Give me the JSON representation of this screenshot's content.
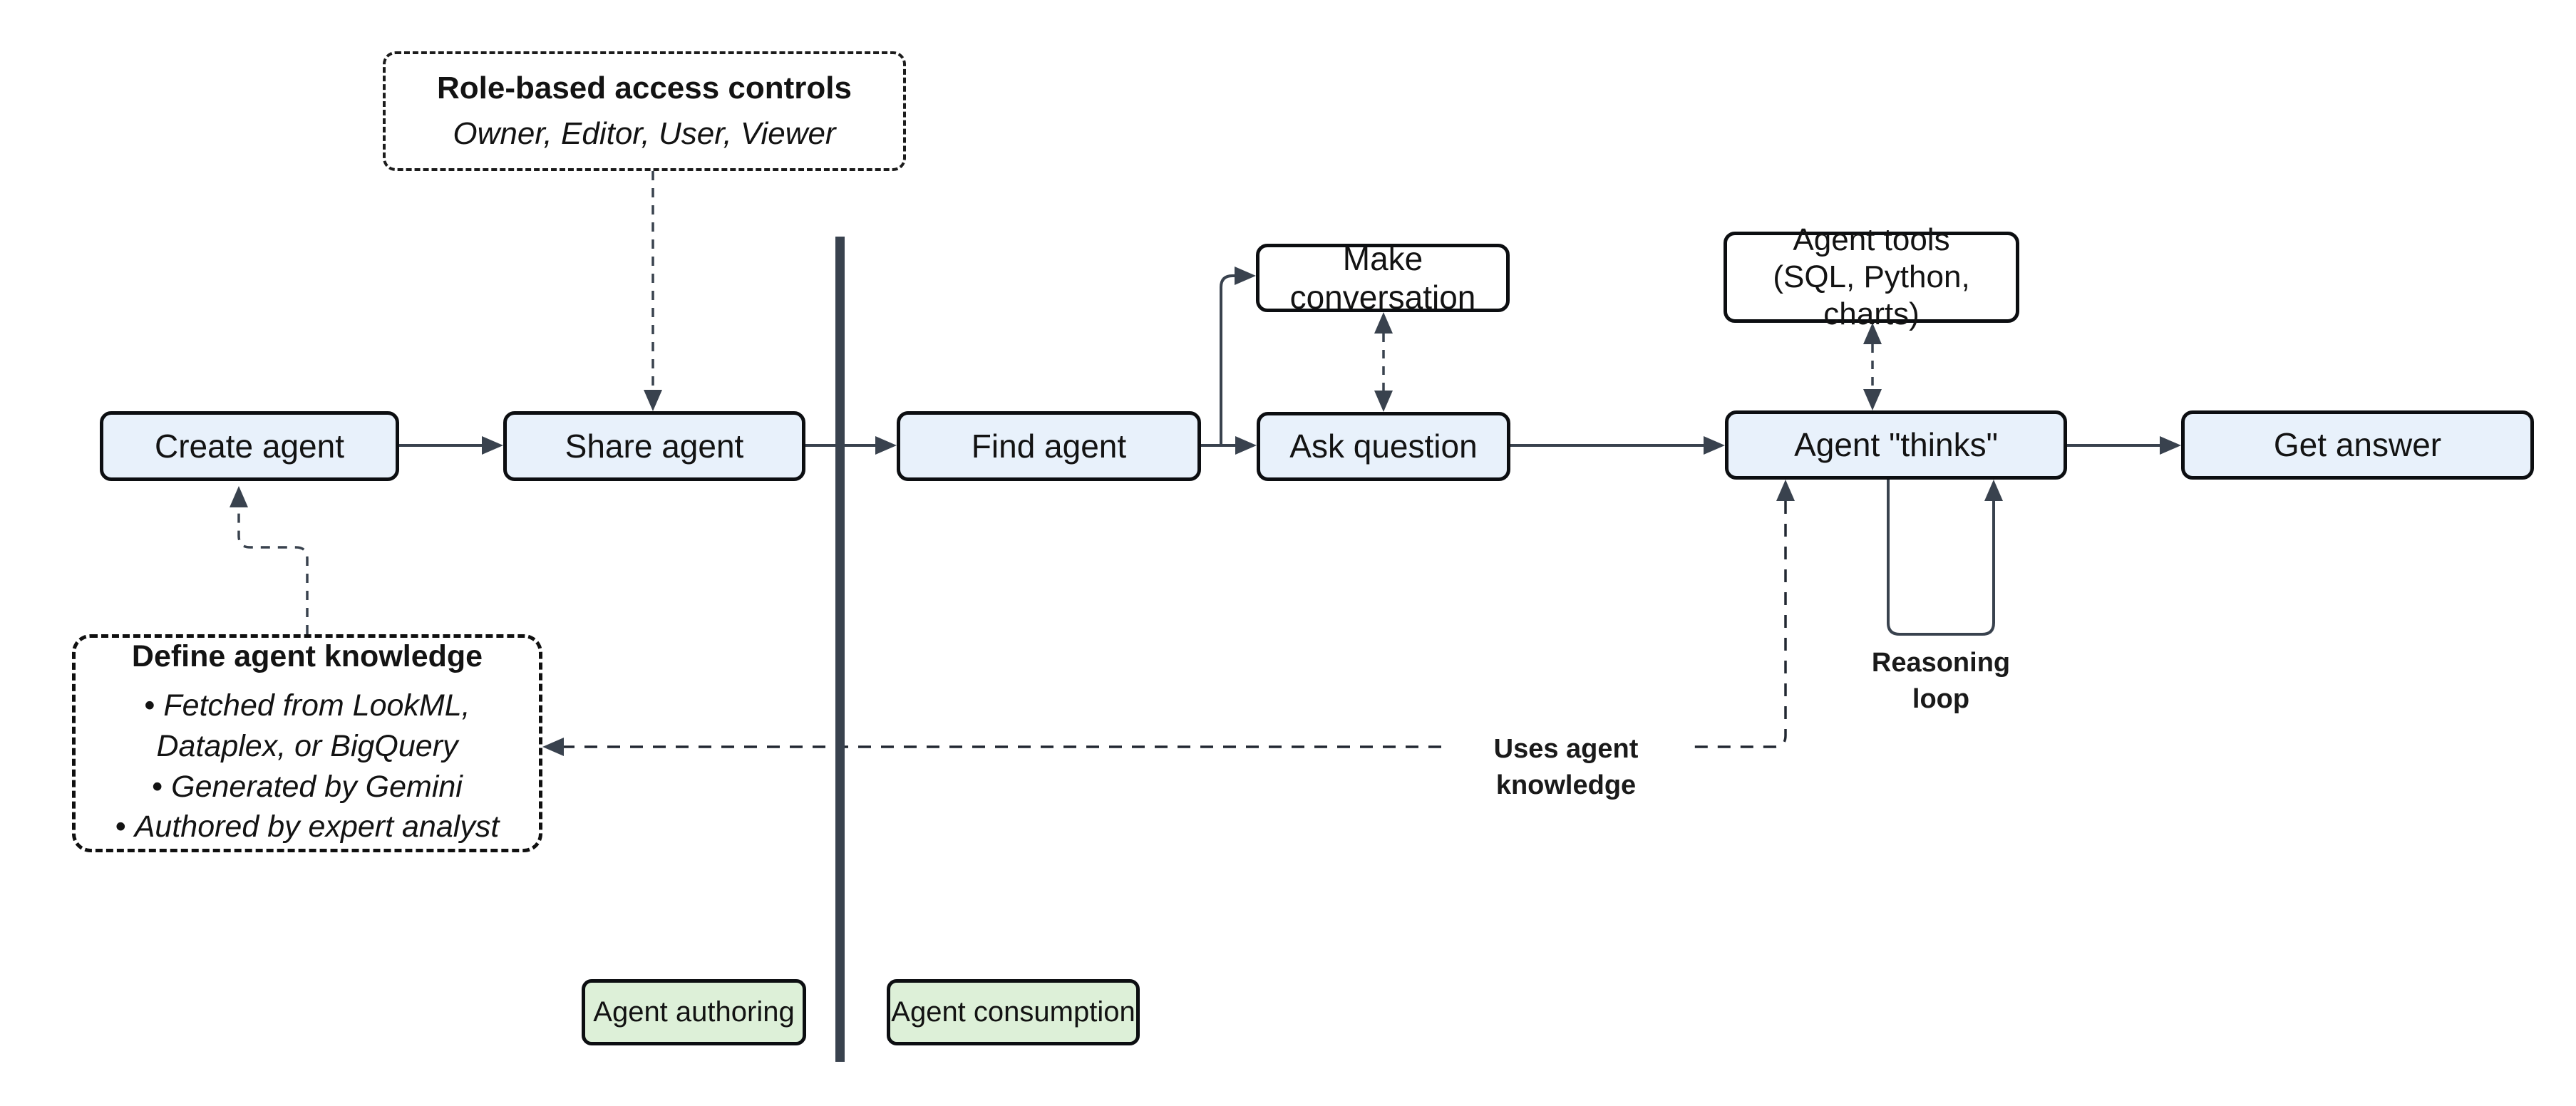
{
  "colors": {
    "node_fill_blue": "#e8f1fb",
    "node_fill_white": "#ffffff",
    "badge_fill_green": "#ddf0d8",
    "connector": "#39424e",
    "border": "#0c0e11"
  },
  "flow": {
    "create_agent": "Create agent",
    "share_agent": "Share agent",
    "find_agent": "Find agent",
    "make_conversation": "Make conversation",
    "ask_question": "Ask question",
    "agent_tools_line1": "Agent tools",
    "agent_tools_line2": "(SQL, Python, charts)",
    "agent_thinks": "Agent \"thinks\"",
    "get_answer": "Get answer"
  },
  "annotations": {
    "role_access": {
      "title": "Role-based access controls",
      "roles": "Owner, Editor, User, Viewer"
    },
    "define_knowledge": {
      "title": "Define agent knowledge",
      "bullets": [
        "Fetched from LookML, Dataplex, or BigQuery",
        "Generated by Gemini",
        "Authored by expert analyst"
      ]
    },
    "uses_agent_knowledge": "Uses agent knowledge",
    "reasoning_loop": "Reasoning loop"
  },
  "badges": {
    "authoring": "Agent authoring",
    "consumption": "Agent consumption"
  }
}
